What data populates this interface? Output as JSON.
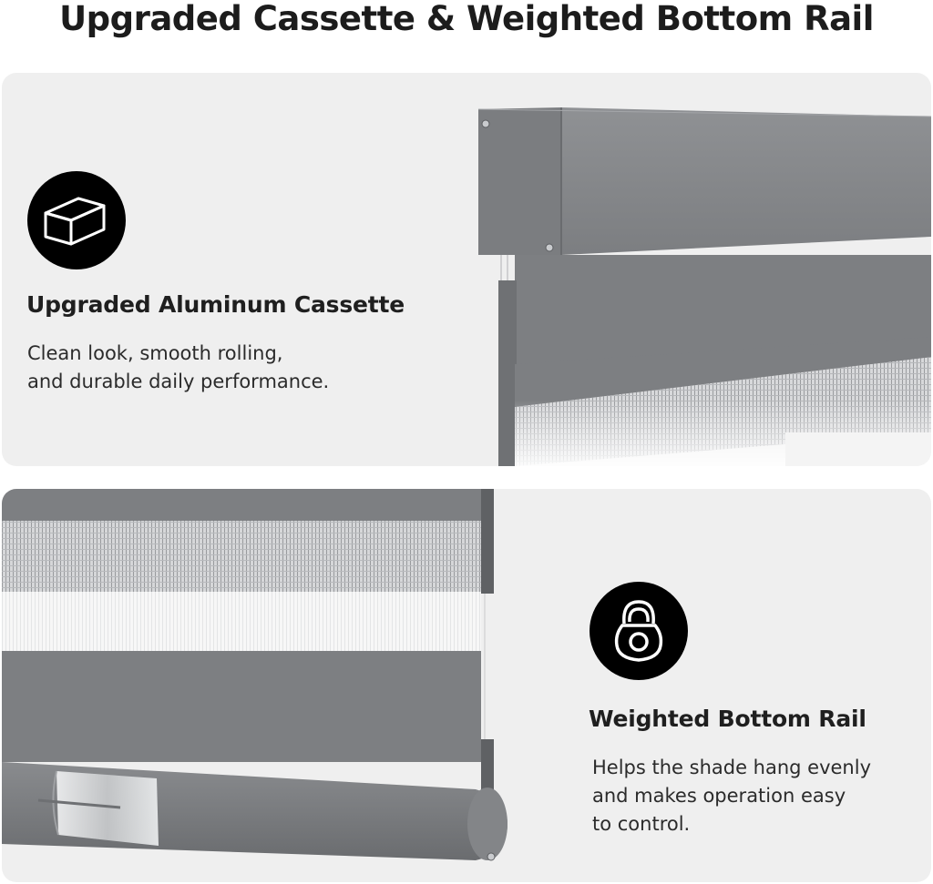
{
  "header": {
    "title": "Upgraded Cassette & Weighted Bottom Rail"
  },
  "features": [
    {
      "icon": "box-icon",
      "title": "Upgraded Aluminum Cassette",
      "lines": [
        "Clean look, smooth rolling,",
        "and durable daily performance."
      ]
    },
    {
      "icon": "kettlebell-icon",
      "title": "Weighted Bottom Rail",
      "lines": [
        "Helps the shade hang evenly",
        "and makes operation easy",
        "to control."
      ]
    }
  ],
  "colors": {
    "panel_bg": "#efefef",
    "shade_gray": "#7d7f82",
    "cassette_gray": "#8a8c8f",
    "icon_bg": "#000000",
    "title_text": "#1c1c1c"
  }
}
